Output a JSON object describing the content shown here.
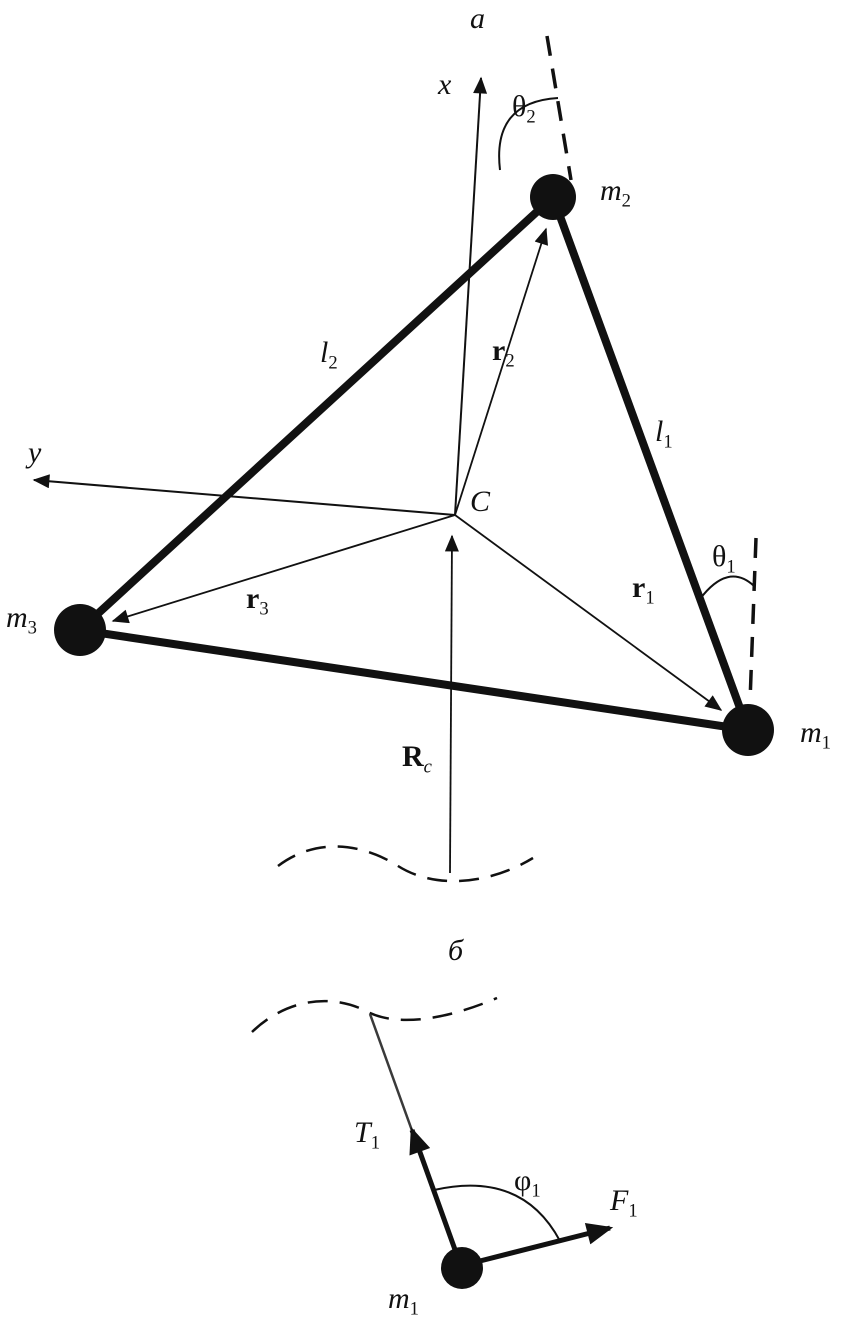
{
  "page": {
    "background": "#ffffff",
    "ink": "#111111"
  },
  "panel_a": {
    "panel_label": "a",
    "x_axis_label": "x",
    "y_axis_label": "y",
    "center_label": "C",
    "theta2": {
      "base": "θ",
      "sub": "2"
    },
    "theta1": {
      "base": "θ",
      "sub": "1"
    },
    "mass2": {
      "base": "m",
      "sub": "2"
    },
    "mass3": {
      "base": "m",
      "sub": "3"
    },
    "mass1": {
      "base": "m",
      "sub": "1"
    },
    "rod_l2": {
      "base": "l",
      "sub": "2"
    },
    "rod_l1": {
      "base": "l",
      "sub": "1"
    },
    "vec_r2": {
      "base": "r",
      "sub": "2"
    },
    "vec_r3": {
      "base": "r",
      "sub": "3"
    },
    "vec_r1": {
      "base": "r",
      "sub": "1"
    },
    "vec_Rc": {
      "base": "R",
      "sub": "c"
    }
  },
  "panel_b": {
    "panel_label": "б",
    "tension1": {
      "base": "T",
      "sub": "1"
    },
    "phi1": {
      "base": "φ",
      "sub": "1"
    },
    "force1": {
      "base": "F",
      "sub": "1"
    },
    "mass1": {
      "base": "m",
      "sub": "1"
    }
  }
}
